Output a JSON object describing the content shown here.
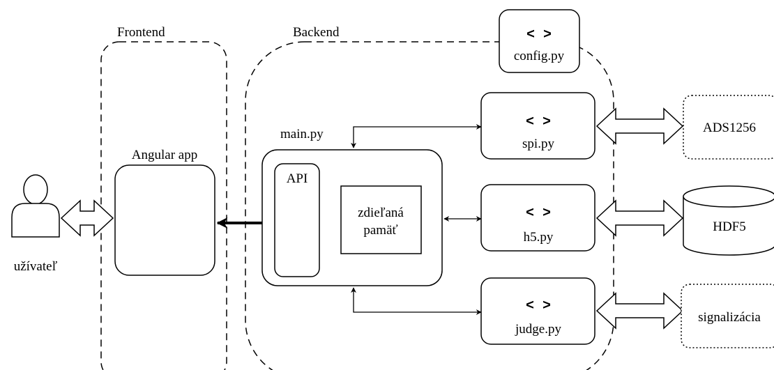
{
  "diagram": {
    "frontend_label": "Frontend",
    "backend_label": "Backend",
    "user_label": "užívateľ",
    "angular_label": "Angular app",
    "main_label": "main.py",
    "api_label": "API",
    "shared_memory_line1": "zdieľaná",
    "shared_memory_line2": "pamäť",
    "code_icon_glyph": "< >",
    "config_label": "config.py",
    "spi_label": "spi.py",
    "h5_label": "h5.py",
    "judge_label": "judge.py",
    "ads_label": "ADS1256",
    "hdf_label": "HDF5",
    "signal_label": "signalizácia"
  }
}
